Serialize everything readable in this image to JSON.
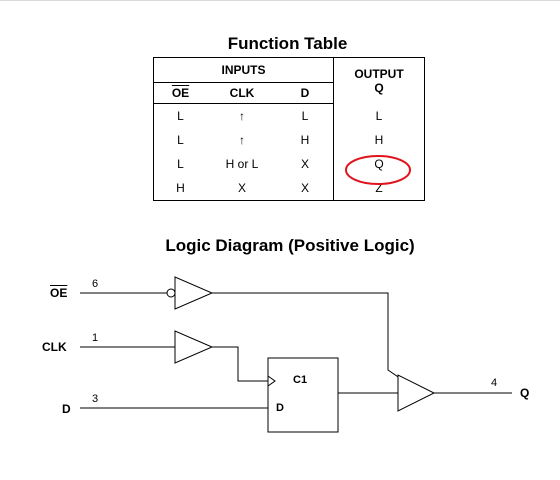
{
  "function_table": {
    "title": "Function Table",
    "inputs_header": "INPUTS",
    "output_header_line1": "OUTPUT",
    "output_header_line2": "Q",
    "columns": [
      "OE",
      "CLK",
      "D"
    ],
    "rows": [
      {
        "oe": "L",
        "clk": "↑",
        "d": "L",
        "q": "L"
      },
      {
        "oe": "L",
        "clk": "↑",
        "d": "H",
        "q": "H"
      },
      {
        "oe": "L",
        "clk": "H or L",
        "d": "X",
        "q": "Q"
      },
      {
        "oe": "H",
        "clk": "X",
        "d": "X",
        "q": "Z"
      }
    ],
    "highlight_color": "#e0141c"
  },
  "logic_diagram": {
    "title": "Logic Diagram (Positive Logic)",
    "pins": {
      "oe": {
        "label": "OE",
        "number": "6"
      },
      "clk": {
        "label": "CLK",
        "number": "1"
      },
      "d": {
        "label": "D",
        "number": "3"
      },
      "q": {
        "label": "Q",
        "number": "4"
      }
    },
    "flipflop": {
      "clock_label": "C1",
      "data_label": "D"
    }
  }
}
